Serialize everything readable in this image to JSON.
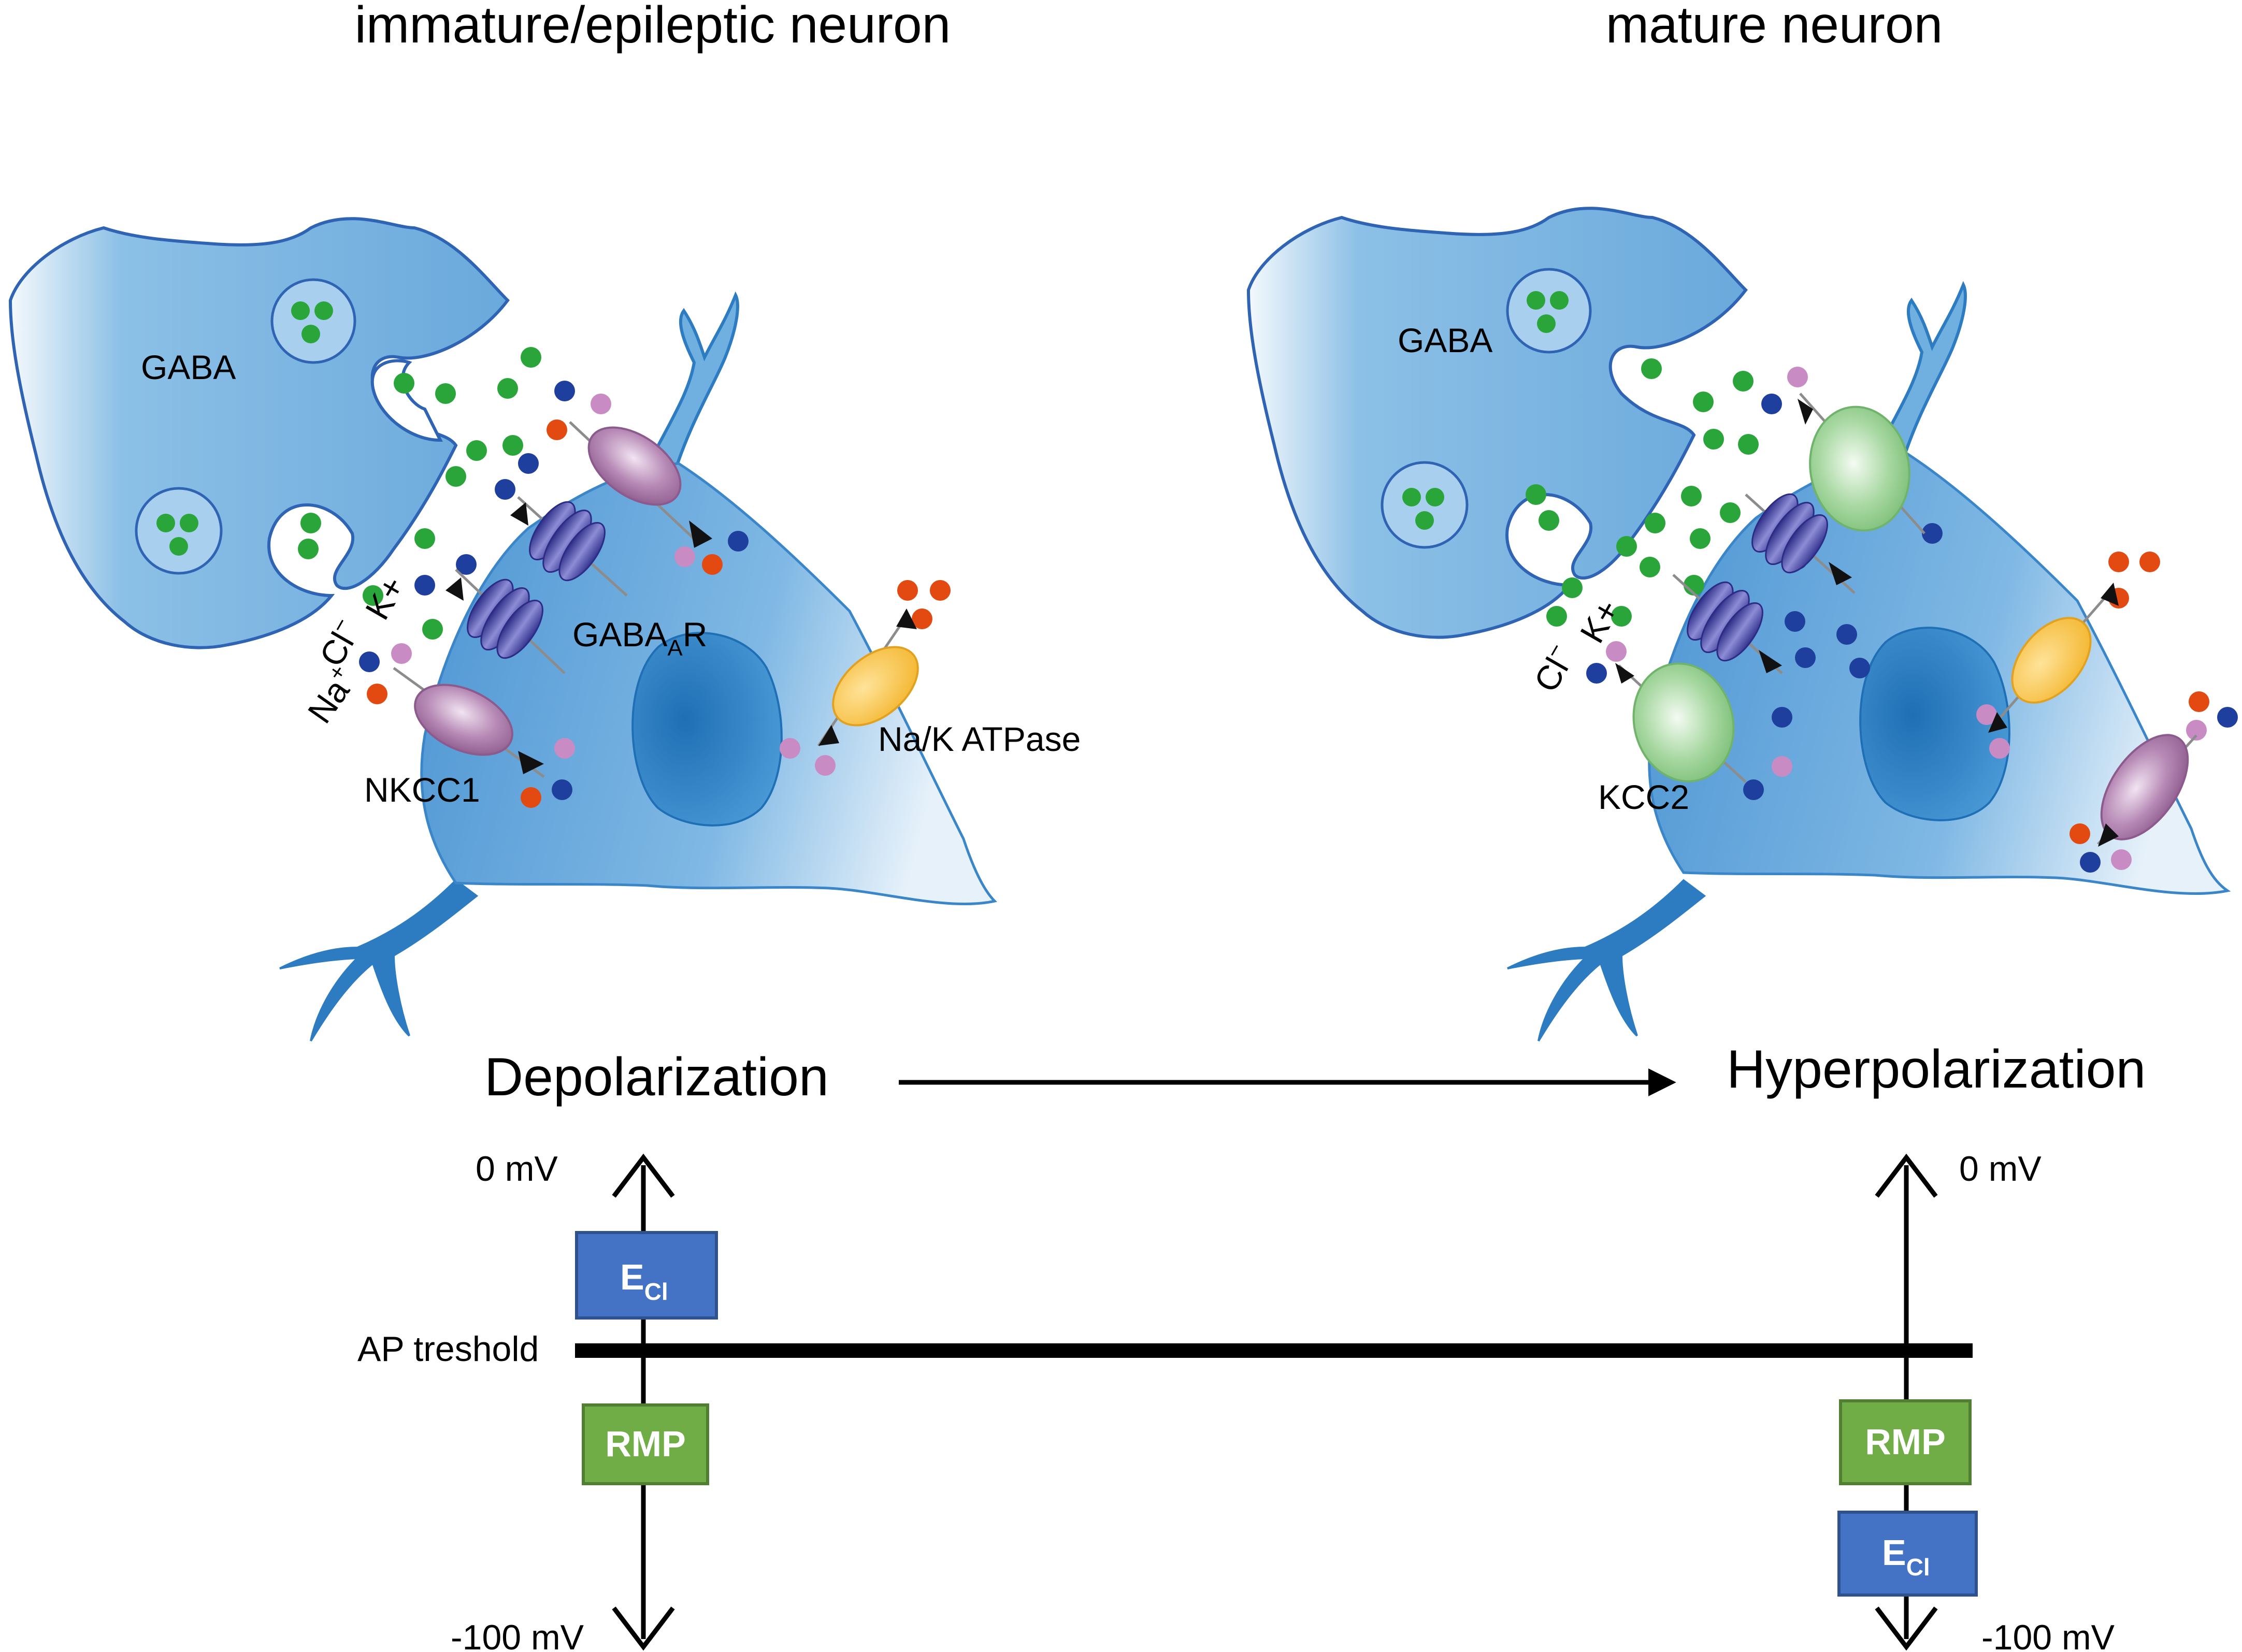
{
  "titles": {
    "left": "immature/epileptic neuron",
    "right": "mature neuron"
  },
  "left_panel": {
    "gaba_label": "GABA",
    "gabaa_label_main": "GABA",
    "gabaa_label_sub": "A",
    "gabaa_label_end": "R",
    "nkcc1_label": "NKCC1",
    "atpase_label": "Na/K ATPase",
    "cl_label": "Cl",
    "cl_sup": "−",
    "k_label": "K+",
    "na_label": "Na",
    "na_sup": "+"
  },
  "right_panel": {
    "gaba_label": "GABA",
    "kcc2_label": "KCC2",
    "cl_label": "Cl",
    "cl_sup": "−",
    "k_label": "K+"
  },
  "transition": {
    "from": "Depolarization",
    "to": "Hyperpolarization"
  },
  "voltage_scale": {
    "left_top": "0 mV",
    "left_bottom": "-100 mV",
    "right_top": "0 mV",
    "right_bottom": "-100 mV",
    "ap_threshold": "AP treshold",
    "ecl_main": "E",
    "ecl_sub": "Cl",
    "rmp": "RMP"
  },
  "colors": {
    "cell_blue": "#6fb0e0",
    "cell_dark": "#1d73bf",
    "nucleus": "#2e86c8",
    "gaba_green": "#2aa53a",
    "cl_blue": "#1f3f9e",
    "k_pink": "#c98bc4",
    "na_red": "#e24a12",
    "nkcc1_purple": "#a679a6",
    "gabaa_indigo": "#4e4ea8",
    "atpase_yellow": "#f7c24a",
    "kcc2_green": "#9ed29a",
    "ecl_box": "#4472c4",
    "rmp_box": "#70ad47"
  }
}
